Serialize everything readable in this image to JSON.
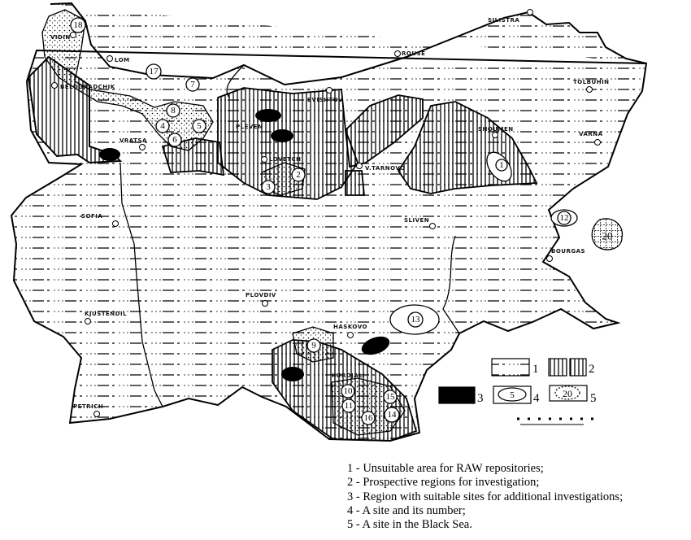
{
  "cities": {
    "vidin": "VIDIN",
    "lom": "LOM",
    "belogradchik": "BELOGRADCHIK",
    "vratsa": "VRATSA",
    "pleven": "PLEVEN",
    "lovech": "LOVETCH",
    "svishtov": "SVISHTOV",
    "ruse": "ROUSE",
    "silistra": "SILISTRA",
    "tolbuhin": "TOLBUHIN",
    "shumen": "SHOUMEN",
    "varna": "VARNA",
    "tarnovo": "V.TARNOVO",
    "sofia": "SOFIA",
    "sliven": "SLIVEN",
    "burgas": "BOURGAS",
    "plovdiv": "PLOVDIV",
    "kyustendil": "KJUSTENDIL",
    "petrich": "PETRICH",
    "haskovo": "HASKOVO",
    "kardzhali": "KURDJALI"
  },
  "sites": [
    "1",
    "2",
    "3",
    "4",
    "5",
    "6",
    "7",
    "8",
    "9",
    "10",
    "11",
    "12",
    "13",
    "14",
    "15",
    "16",
    "17",
    "18",
    "20"
  ],
  "legend": {
    "items": [
      "1",
      "2",
      "3",
      "4",
      "5"
    ],
    "sample_site_4": "5",
    "sample_site_5": "20"
  },
  "caption": [
    "1 - Unsuitable area for RAW repositories;",
    "2 - Prospective regions for investigation;",
    "3 - Region with suitable sites for additional investigations;",
    "4 - A site and its number;",
    "5 - A site in the Black Sea."
  ],
  "colors": {
    "ink": "#000000",
    "paper": "#ffffff"
  }
}
